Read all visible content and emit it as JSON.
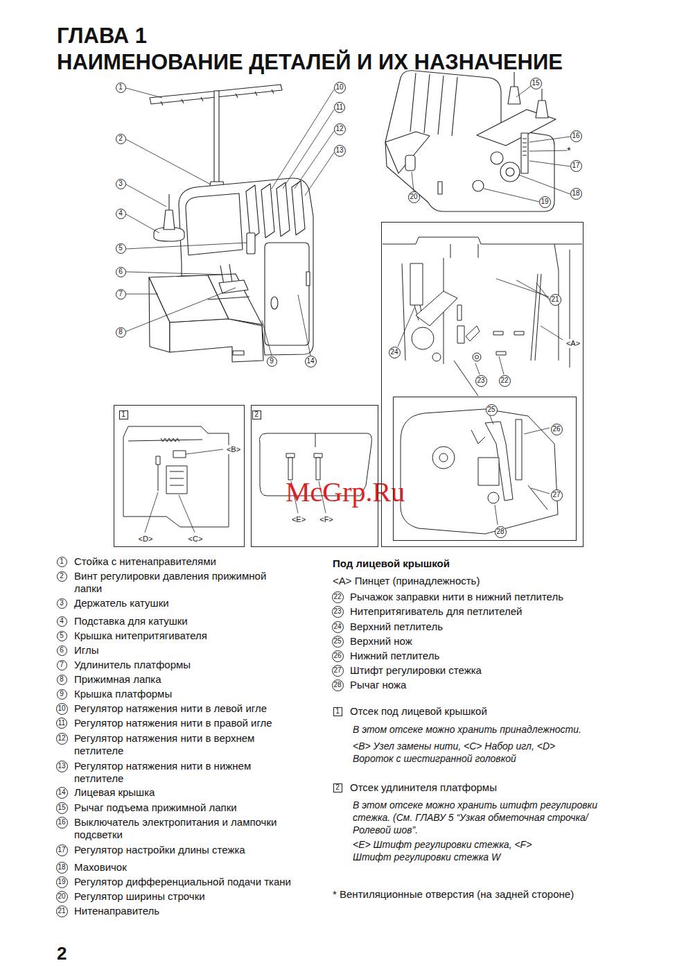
{
  "diagram": {
    "title": "ГЛАВА 1",
    "nodes": [
      {
        "text": [
          "1"
        ]
      },
      {
        "text": [
          "2"
        ]
      },
      {
        "text": [
          "3"
        ]
      },
      {
        "text": [
          "4"
        ]
      },
      {
        "text": [
          "5"
        ]
      },
      {
        "text": [
          "6"
        ]
      },
      {
        "text": [
          "7"
        ]
      },
      {
        "text": [
          "8"
        ]
      },
      {
        "text": [
          "9"
        ]
      },
      {
        "text": [
          "10"
        ]
      },
      {
        "text": [
          "11"
        ]
      },
      {
        "text": [
          "12"
        ]
      },
      {
        "text": [
          "13"
        ]
      },
      {
        "text": [
          "14"
        ]
      },
      {
        "text": [
          "15"
        ]
      },
      {
        "text": [
          "16"
        ]
      },
      {
        "text": [
          "17"
        ]
      },
      {
        "text": [
          "18"
        ]
      },
      {
        "text": [
          "19"
        ]
      },
      {
        "text": [
          "20"
        ]
      },
      {
        "text": [
          "<A>"
        ]
      },
      {
        "text": [
          "21"
        ],
        "in": 20
      },
      {
        "text": [
          "24"
        ],
        "in": 20
      },
      {
        "text": [
          "23"
        ],
        "in": 20
      },
      {
        "text": [
          "22"
        ],
        "in": 20
      },
      {
        "text": [],
        "in": 20
      },
      {
        "text": [
          "25"
        ],
        "in": 25
      },
      {
        "text": [
          "26"
        ],
        "in": 25
      },
      {
        "text": [
          "27"
        ],
        "in": 25
      },
      {
        "text": [
          "28"
        ],
        "in": 25
      },
      {
        "text": [
          "<B>",
          "<D>",
          "<C>"
        ]
      },
      {
        "text": [
          "1"
        ],
        "in": 30
      },
      {
        "text": [
          "<E>",
          "<F>"
        ]
      },
      {
        "text": [
          "2"
        ],
        "in": 32
      },
      {
        "text": [
          "1"
        ]
      },
      {
        "text": [
          "2"
        ]
      },
      {
        "text": [
          "3"
        ]
      },
      {
        "text": [
          "4"
        ]
      },
      {
        "text": [
          "5"
        ]
      },
      {
        "text": [
          "6"
        ]
      },
      {
        "text": [
          "7"
        ]
      },
      {
        "text": [
          "8"
        ]
      },
      {
        "text": [
          "9"
        ]
      },
      {
        "text": [
          "10"
        ]
      },
      {
        "text": [
          "11"
        ]
      },
      {
        "text": [
          "12"
        ]
      },
      {
        "text": [
          "13"
        ]
      },
      {
        "text": [
          "14"
        ]
      },
      {
        "text": [
          "15"
        ]
      },
      {
        "text": [
          "16"
        ]
      },
      {
        "text": [
          "17"
        ]
      },
      {
        "text": [
          "18"
        ]
      },
      {
        "text": [
          "19"
        ]
      },
      {
        "text": [
          "20"
        ]
      },
      {
        "text": [
          "21"
        ]
      },
      {
        "text": [
          "22"
        ]
      },
      {
        "text": [
          "23"
        ]
      },
      {
        "text": [
          "24"
        ]
      },
      {
        "text": [
          "25"
        ]
      },
      {
        "text": [
          "26"
        ]
      },
      {
        "text": [
          "27"
        ]
      },
      {
        "text": [
          "28"
        ]
      },
      {
        "text": [
          "1"
        ]
      },
      {
        "text": [
          "2"
        ]
      }
    ],
    "labels": [
      "НАИМЕНОВАНИЕ ДЕТАЛЕЙ И ИХ НАЗНАЧЕНИЕ",
      "*",
      "McGrp.Ru",
      "Стойка с нитенаправителями",
      "Винт регулировки давления прижимной лапки",
      "Держатель катушки",
      "Подставка для катушки",
      "Крышка нитепритягивателя",
      "Иглы",
      "Удлинитель платформы",
      "Прижимная лапка",
      "Крышка платформы",
      "Регулятор натяжения нити в левой игле",
      "Регулятор натяжения нити в правой игле",
      "Регулятор натяжения нити в верхнем петлителе",
      "Регулятор натяжения нити в нижнем петлителе",
      "Лицевая крышка",
      "Рычаг подъема прижимной лапки",
      "Выключатель электропитания и лампочки подсветки",
      "Регулятор настройки длины стежка",
      "Маховичок",
      "Регулятор дифференциальной подачи ткани",
      "Регулятор ширины строчки",
      "Нитенаправитель",
      "Под лицевой крышкой",
      "<A> Пинцет (принадлежность)",
      "Рычажок заправки нити в нижний петлитель",
      "Нитепритягиватель для петлителей",
      "Верхний петлитель",
      "Верхний нож",
      "Нижний петлитель",
      "Штифт регулировки стежка",
      "Рычаг ножа",
      "Отсек под лицевой крышкой",
      "В этом отсеке можно хранить принадлежности.",
      "<B> Узел замены нити, <C> Набор игл, <D> Вороток с шестигранной головкой",
      "Отсек удлинителя платформы",
      "В этом отсеке можно хранить штифт регулировки стежка. (См. ГЛАВУ 5 “Узкая обметочная строчка/ Ролевой шов”.",
      "<E> Штифт регулировки стежка, <F> Штифт регулировки стежка W",
      "* Вентиляционные отверстия (на задней стороне)",
      "2"
    ]
  }
}
